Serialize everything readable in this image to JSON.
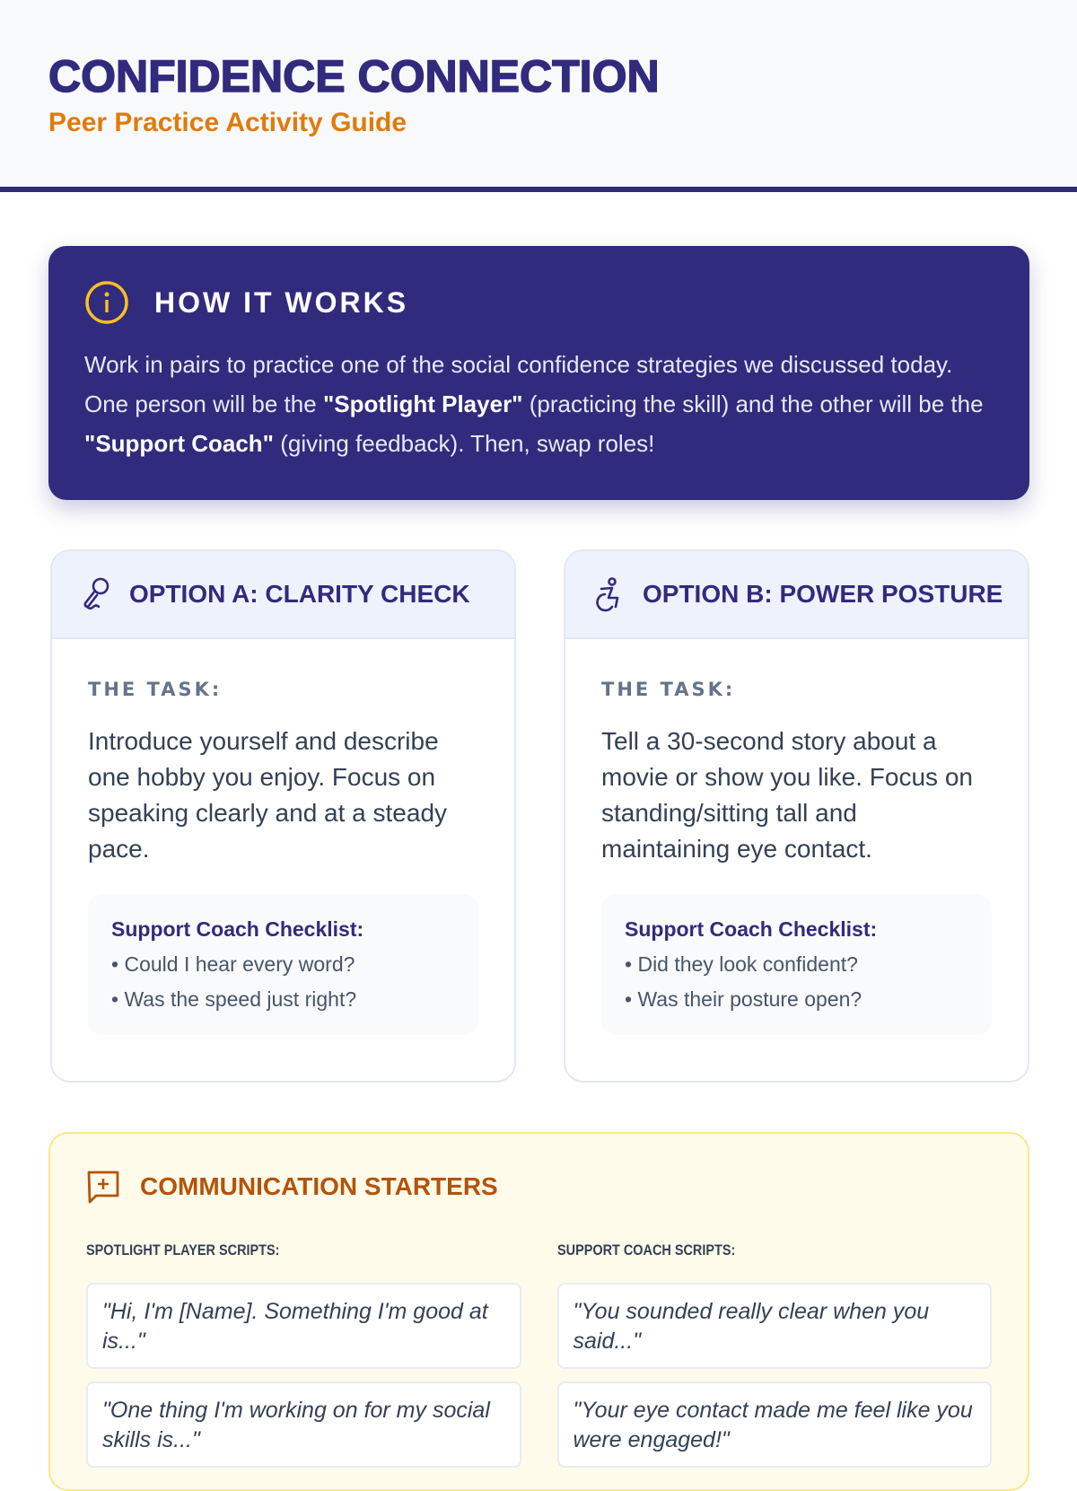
{
  "header": {
    "title": "CONFIDENCE CONNECTION",
    "subtitle": "Peer Practice Activity Guide"
  },
  "how": {
    "title": "HOW IT WORKS",
    "text_1": "Work in pairs to practice one of the social confidence strategies we discussed today. One person will be the ",
    "role_1": "\"Spotlight Player\"",
    "text_2": " (practicing the skill) and the other will be the ",
    "role_2": "\"Support Coach\"",
    "text_3": " (giving feedback). Then, swap roles!"
  },
  "options": [
    {
      "title": "OPTION A: CLARITY CHECK",
      "icon": "microphone-icon",
      "task_label": "THE TASK:",
      "task": "Introduce yourself and describe one hobby you enjoy. Focus on speaking clearly and at a steady pace.",
      "checklist_title": "Support Coach Checklist:",
      "checklist": [
        "Could I hear every word?",
        "Was the speed just right?"
      ]
    },
    {
      "title": "OPTION B: POWER POSTURE",
      "icon": "accessibility-icon",
      "task_label": "THE TASK:",
      "task": "Tell a 30-second story about a movie or show you like. Focus on standing/sitting tall and maintaining eye contact.",
      "checklist_title": "Support Coach Checklist:",
      "checklist": [
        "Did they look confident?",
        "Was their posture open?"
      ]
    }
  ],
  "communication": {
    "title": "COMMUNICATION STARTERS",
    "player_label": "SPOTLIGHT PLAYER SCRIPTS:",
    "coach_label": "SUPPORT COACH SCRIPTS:",
    "player_scripts": [
      "\"Hi, I'm [Name]. Something I'm good at is...\"",
      "\"One thing I'm working on for my social skills is...\""
    ],
    "coach_scripts": [
      "\"You sounded really clear when you said...\"",
      "\"Your eye contact made me feel like you were engaged!\""
    ]
  }
}
